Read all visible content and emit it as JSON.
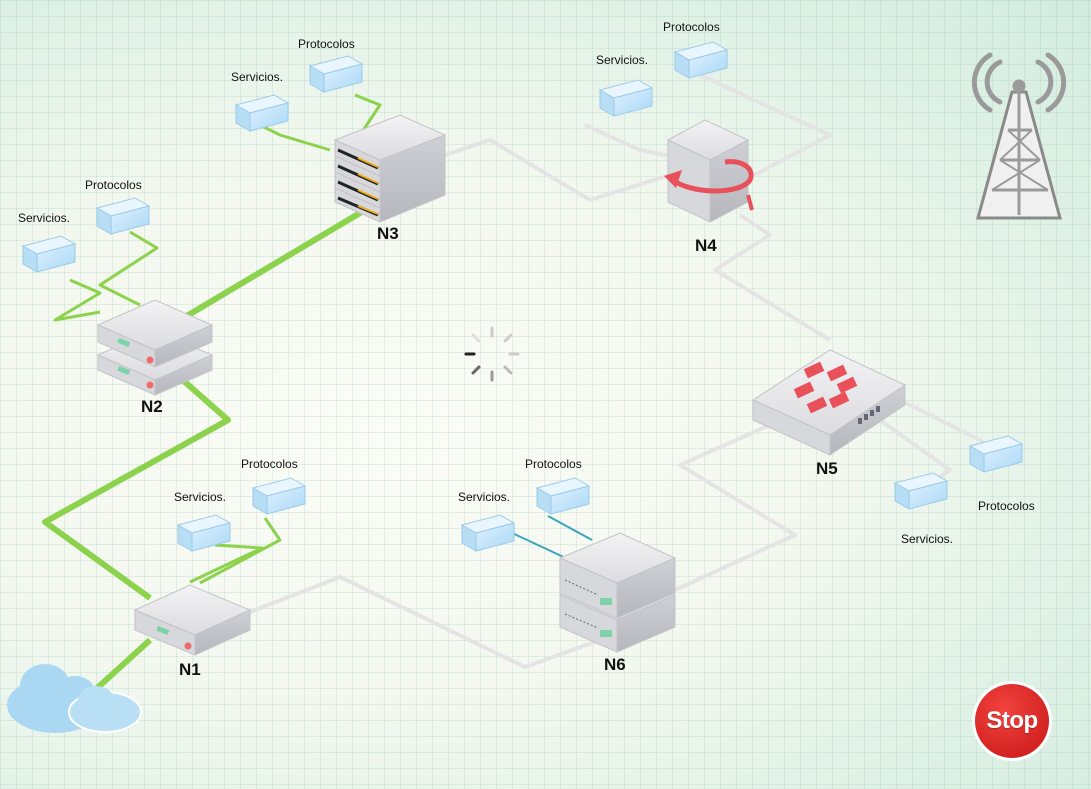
{
  "nodes": {
    "n1": {
      "label": "N1"
    },
    "n2": {
      "label": "N2"
    },
    "n3": {
      "label": "N3"
    },
    "n4": {
      "label": "N4"
    },
    "n5": {
      "label": "N5"
    },
    "n6": {
      "label": "N6"
    }
  },
  "modules": {
    "n1": {
      "servicios": "Servicios.",
      "protocolos": "Protocolos"
    },
    "n2": {
      "servicios": "Servicios.",
      "protocolos": "Protocolos"
    },
    "n3": {
      "servicios": "Servicios.",
      "protocolos": "Protocolos"
    },
    "n4": {
      "servicios": "Servicios.",
      "protocolos": "Protocolos"
    },
    "n5": {
      "servicios": "Servicios.",
      "protocolos": "Protocolos"
    },
    "n6": {
      "servicios": "Servicios.",
      "protocolos": "Protocolos"
    }
  },
  "controls": {
    "stop_label": "Stop"
  },
  "icons": {
    "cloud": "cloud-icon",
    "tower": "antenna-tower-icon",
    "spinner": "loading-spinner-icon",
    "module": "module-box-icon"
  },
  "colors": {
    "active_link": "#8cd24c",
    "inactive_link": "#e6e6e6",
    "data_link": "#3aa6b9",
    "stop": "#d8201d"
  }
}
